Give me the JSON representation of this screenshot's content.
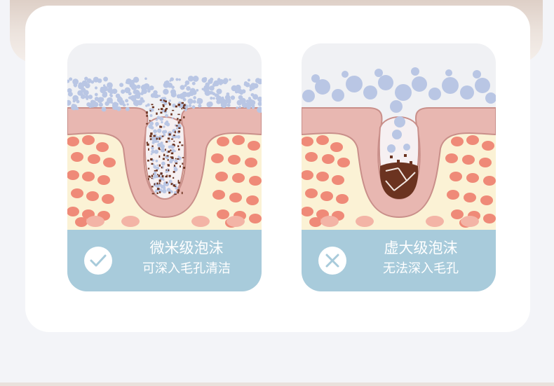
{
  "colors": {
    "page_background": "#f3f4f8",
    "card_background": "#ffffff",
    "caption_background": "#a8cbdb",
    "skin_pink": "#e8b7b1",
    "skin_outline": "#c98f8a",
    "fat_cell": "#ef8a78",
    "fat_background": "#fbf2d5",
    "bubble_blue": "#b9c6e4",
    "dirt_brown": "#6b3320"
  },
  "panels": [
    {
      "title": "微米级泡沫",
      "subtitle": "可深入毛孔清洁",
      "icon": "check-icon",
      "status": "positive"
    },
    {
      "title": "虚大级泡沫",
      "subtitle": "无法深入毛孔",
      "icon": "cross-icon",
      "status": "negative"
    }
  ]
}
